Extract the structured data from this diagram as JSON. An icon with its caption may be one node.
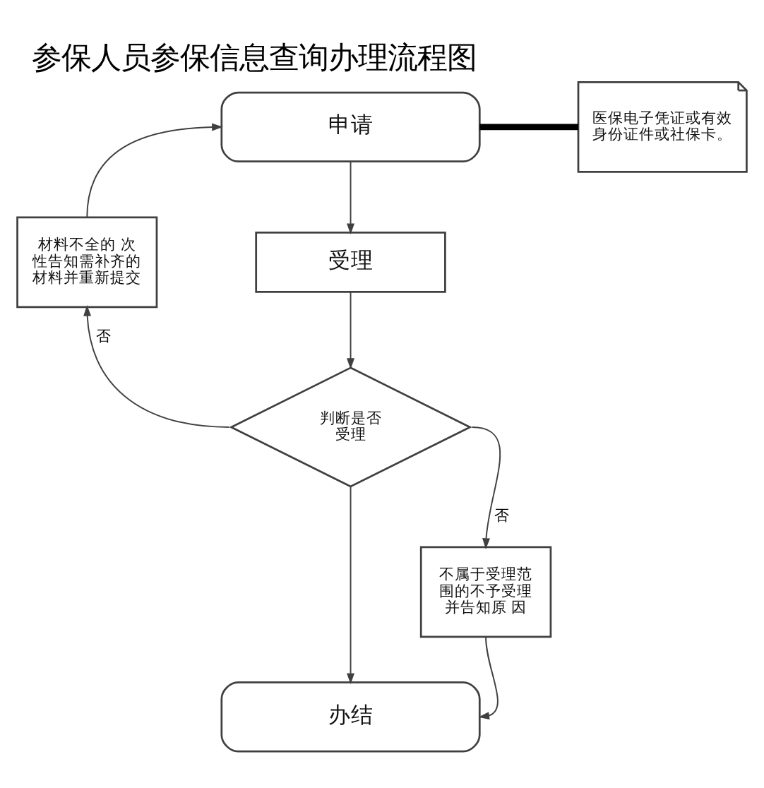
{
  "diagram": {
    "title": "参保人员参保信息查询办理流程图",
    "nodes": [
      {
        "text": [
          "申请"
        ]
      },
      {
        "text": [
          "医保电子凭证或有效身份证件或社保卡。"
        ]
      },
      {
        "text": [
          "材料不全的 次性告知需补齐的材料并重新提交"
        ]
      },
      {
        "text": [
          "受理"
        ]
      },
      {
        "text": [
          "判断是否受理"
        ]
      },
      {
        "text": [
          "不属于受理范围的不予受理并告知原 因"
        ]
      },
      {
        "text": [
          "办结"
        ]
      }
    ],
    "edges": [
      {
        "from": 0,
        "to": 1,
        "arrow": "none",
        "style": "thick"
      },
      {
        "from": 0,
        "to": 3,
        "arrow": "to"
      },
      {
        "from": 3,
        "to": 4,
        "arrow": "to"
      },
      {
        "from": 4,
        "to": 2,
        "arrow": "to",
        "label": "否"
      },
      {
        "from": 2,
        "to": 0,
        "arrow": "to"
      },
      {
        "from": 4,
        "to": 5,
        "arrow": "to",
        "label": "否"
      },
      {
        "from": 4,
        "to": 6,
        "arrow": "to"
      },
      {
        "from": 5,
        "to": 6,
        "arrow": "to"
      }
    ]
  }
}
